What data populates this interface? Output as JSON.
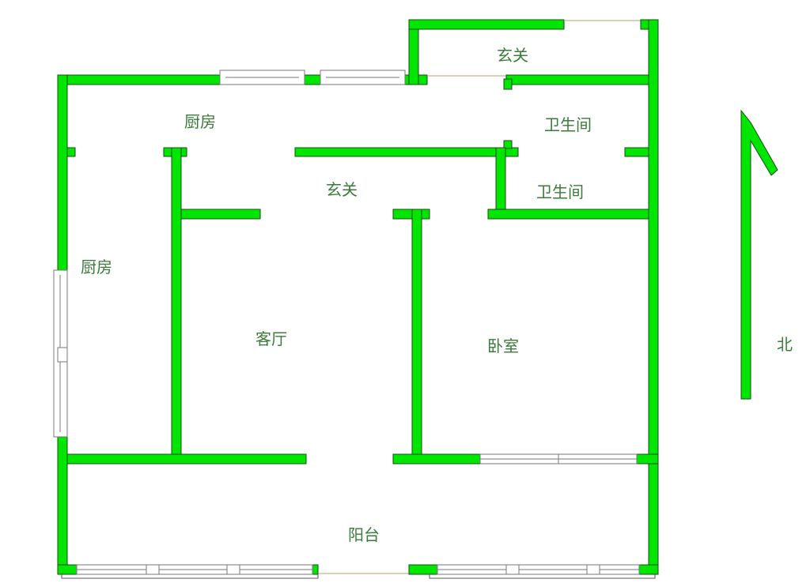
{
  "title": "Floor plan",
  "rooms": {
    "entrance_top": "玄关",
    "kitchen_top": "厨房",
    "bathroom_1": "卫生间",
    "entrance_mid": "玄关",
    "bathroom_2": "卫生间",
    "kitchen_left": "厨房",
    "living_room": "客厅",
    "bedroom": "卧室",
    "balcony": "阳台"
  },
  "compass": {
    "label": "北"
  },
  "colors": {
    "wall": "#00e600",
    "label": "#3a7a3a"
  }
}
